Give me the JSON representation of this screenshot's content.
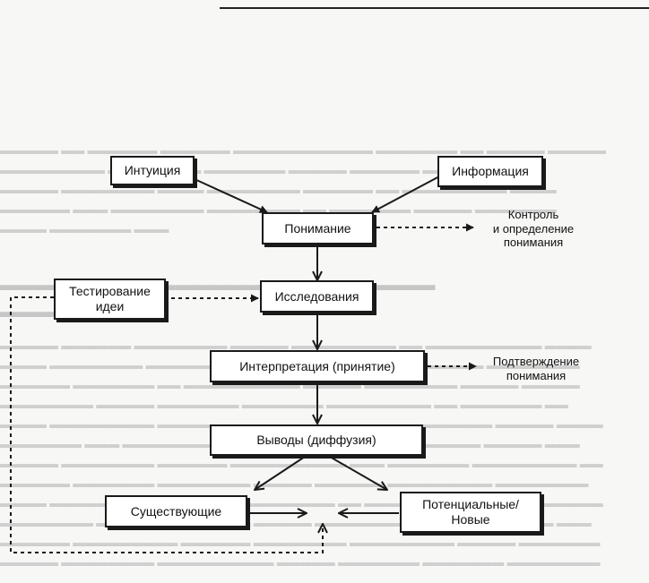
{
  "nodes": {
    "intuition": "Интуиция",
    "information": "Информация",
    "understanding": "Понимание",
    "control_note": "Контроль\nи определение\nпонимания",
    "testing": "Тестирование\nидеи",
    "research": "Исследования",
    "interpretation": "Интерпретация (принятие)",
    "confirm_note": "Подтверждение\nпонимания",
    "conclusions": "Выводы (диффузия)",
    "existing": "Существующие",
    "potential": "Потенциальные/\nНовые"
  },
  "colors": {
    "ink": "#1a1a1a",
    "background": "#f7f7f5",
    "faded_text": "#cfcfcf"
  }
}
